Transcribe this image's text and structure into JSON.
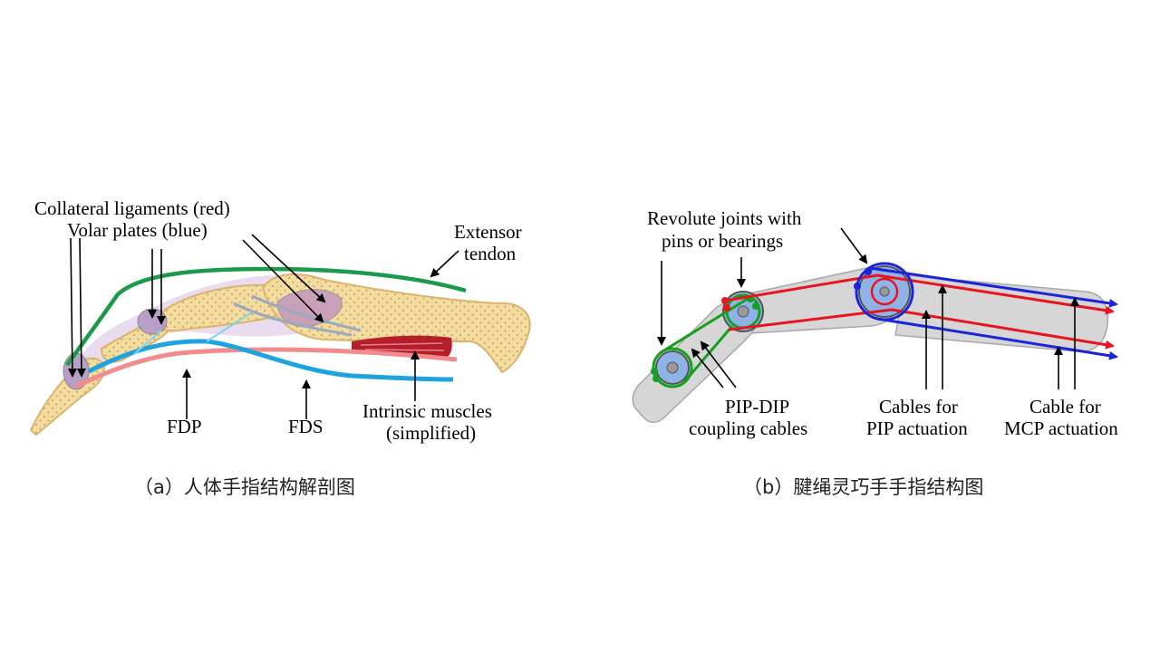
{
  "panel_a": {
    "labels": {
      "collateral": "Collateral ligaments (red)",
      "volar": "Volar plates (blue)",
      "extensor_1": "Extensor",
      "extensor_2": "tendon",
      "fdp": "FDP",
      "fds": "FDS",
      "intrinsic_1": "Intrinsic muscles",
      "intrinsic_2": "(simplified)"
    },
    "caption": "（a）人体手指结构解剖图"
  },
  "panel_b": {
    "labels": {
      "revolute_1": "Revolute joints with",
      "revolute_2": "pins or bearings",
      "pip_dip_1": "PIP-DIP",
      "pip_dip_2": "coupling cables",
      "pip_cables_1": "Cables for",
      "pip_cables_2": "PIP actuation",
      "mcp_cable_1": "Cable for",
      "mcp_cable_2": "MCP actuation"
    },
    "caption": "（b）腱绳灵巧手手指结构图"
  },
  "colors": {
    "bone": "#f3dca0",
    "bone_outline": "#d9b46a",
    "extensor": "#1a9a4a",
    "fdp": "#f28c8c",
    "fds": "#1fa3e0",
    "ligament": "#a98bbd",
    "link_gray": "#d6d6d6",
    "joint_blue": "#8fb3e6",
    "cable_red": "#e8141e",
    "cable_blue": "#1a24d8",
    "cable_green": "#14a020"
  }
}
